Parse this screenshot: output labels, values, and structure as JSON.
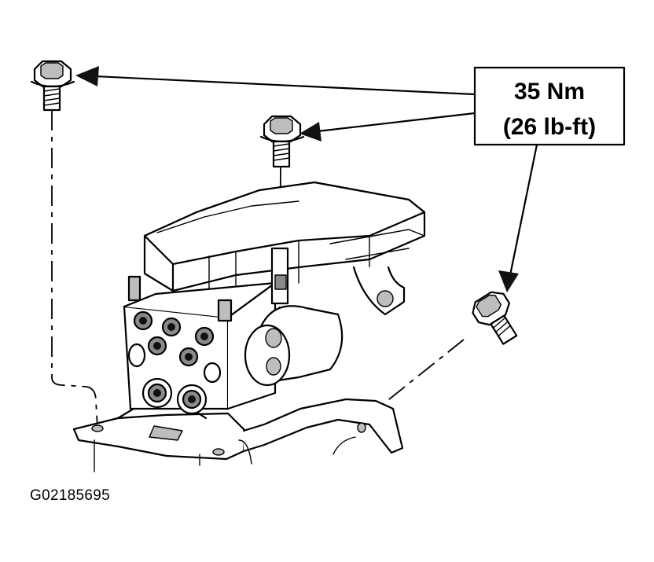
{
  "callout": {
    "torque_nm": "35 Nm",
    "torque_lbft": "(26 lb-ft)"
  },
  "figure": {
    "id": "G02185695"
  }
}
